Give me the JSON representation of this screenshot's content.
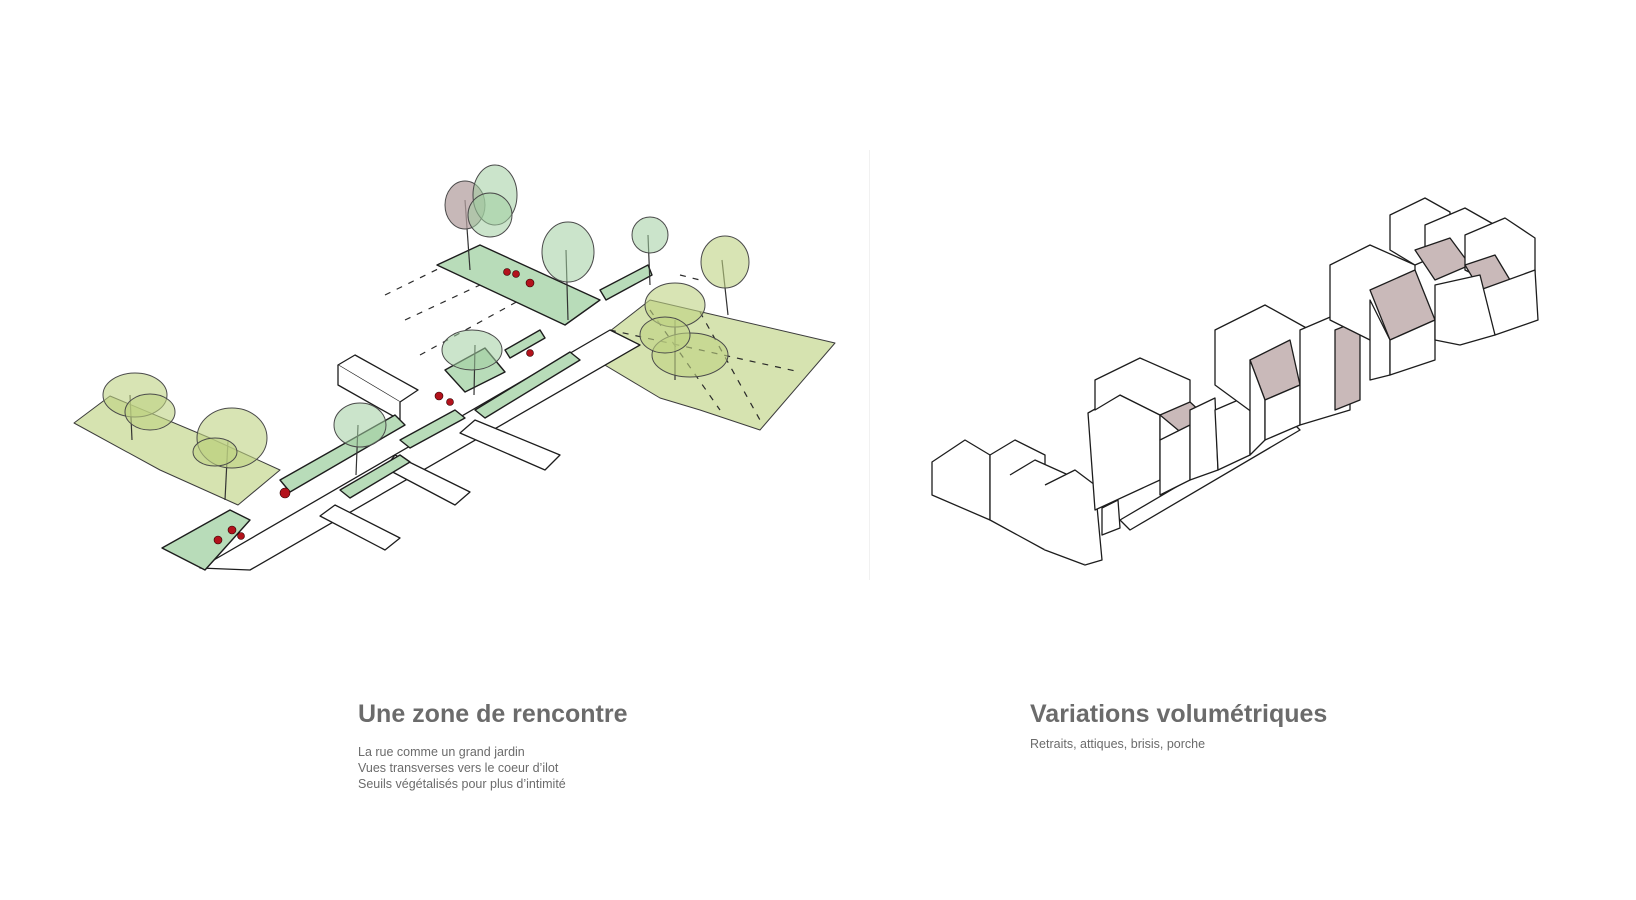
{
  "left": {
    "title": "Une zone de rencontre",
    "lines": [
      "La rue comme un grand jardin",
      "Vues transverses vers le coeur d’ilot",
      "Seuils végétalisés pour plus d’intimité"
    ]
  },
  "right": {
    "title": "Variations volumétriques",
    "subtitle": "Retraits, attiques, brisis, porche"
  },
  "colors": {
    "text": "#6b6b6b",
    "garden_green": "#b8dcb9",
    "olive_green": "#d6e3b0",
    "people_red": "#b3121c",
    "roof_shade": "#c9b9b9"
  }
}
